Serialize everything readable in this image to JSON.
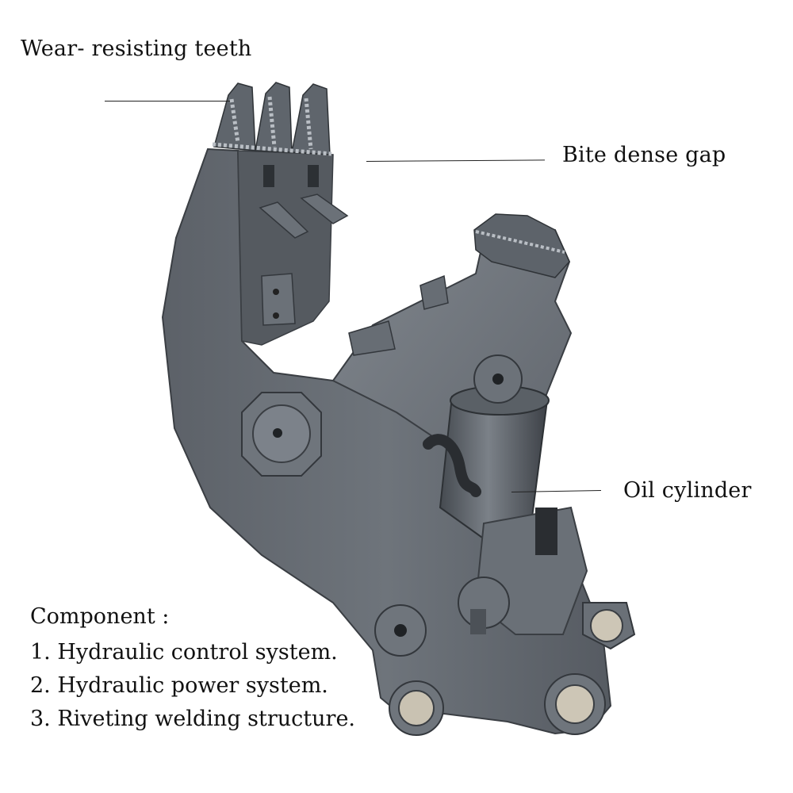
{
  "callouts": {
    "teeth": "Wear- resisting teeth",
    "gap": "Bite dense gap",
    "cylinder": "Oil  cylinder"
  },
  "components": {
    "title": "Component :",
    "items": [
      "1. Hydraulic control system.",
      "2. Hydraulic power system.",
      "3. Riveting welding structure."
    ]
  },
  "colors": {
    "steel_dark": "#4a4f55",
    "steel_mid": "#6a7078",
    "steel_light": "#9aa0a8",
    "weld": "#b9bec4",
    "background": "#ffffff"
  }
}
